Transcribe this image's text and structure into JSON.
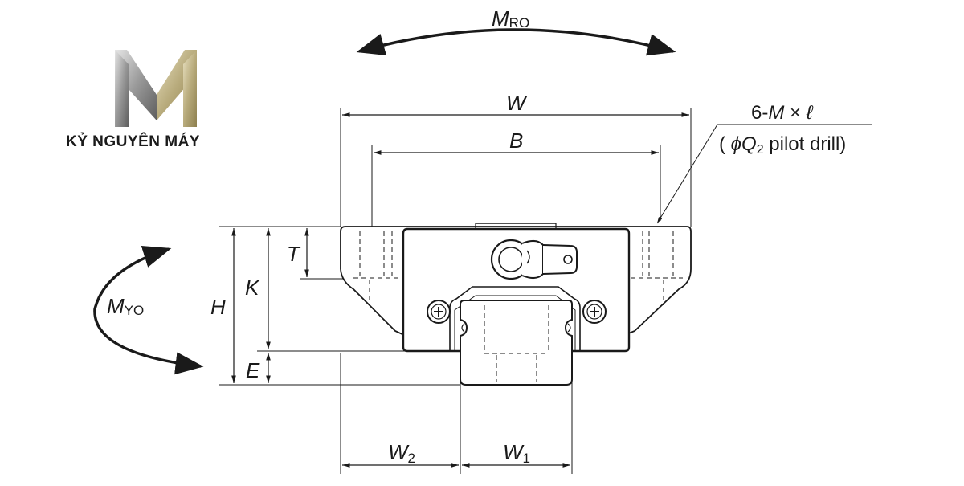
{
  "logo": {
    "brand_text": "KỶ NGUYÊN MÁY",
    "gold": "#b8ab7c",
    "silver": "#9a9a9a"
  },
  "labels": {
    "mro_main": "M",
    "mro_sub": "RO",
    "myo_main": "M",
    "myo_sub": "YO",
    "w": "W",
    "b": "B",
    "h": "H",
    "k": "K",
    "t": "T",
    "e": "E",
    "w2_main": "W",
    "w2_sub": "2",
    "w1_main": "W",
    "w1_sub": "1",
    "callout_prefix": "6-",
    "callout_m": "M",
    "callout_times": " × ",
    "callout_l": "ℓ",
    "callout2_open": "( ",
    "callout2_phi": "ϕ",
    "callout2_q": "Q",
    "callout2_sub": "2",
    "callout2_rest": " pilot drill)"
  },
  "colors": {
    "line": "#1a1a1a",
    "body_fill": "#ffffff"
  }
}
